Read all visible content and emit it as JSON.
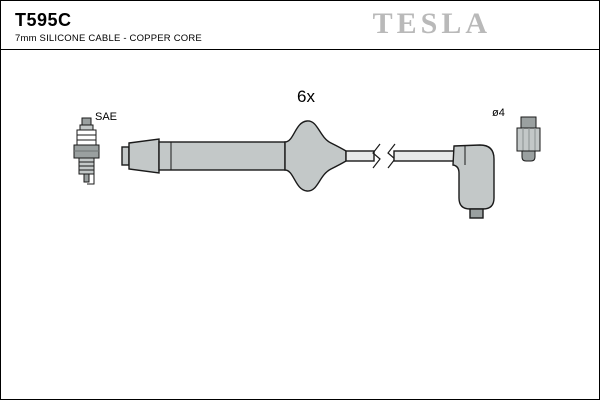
{
  "header": {
    "part_number": "T595C",
    "description": "7mm SILICONE CABLE - COPPER CORE",
    "brand": "TESLA"
  },
  "diagram": {
    "quantity_label": "6x",
    "sae_label": "SAE",
    "diameter_label": "ø4",
    "icons": [
      "spark-plug-icon",
      "cable-assembly-drawing",
      "terminal-icon"
    ]
  },
  "colors": {
    "brand_gray": "#b9b9b9",
    "part_fill": "#c3c8c8",
    "part_fill_dark": "#9aa0a0",
    "outline": "#1a1a1a"
  }
}
